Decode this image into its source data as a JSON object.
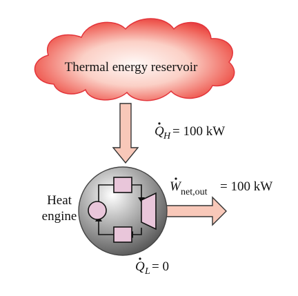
{
  "diagram": {
    "reservoir": {
      "label": "Thermal energy reservoir"
    },
    "heat_in": {
      "symbol": "Q",
      "subscript": "H",
      "equals": "= 100 kW"
    },
    "work_out": {
      "symbol": "W",
      "subscript": "net,out",
      "equals": "= 100 kW"
    },
    "heat_out": {
      "symbol": "Q",
      "subscript": "L",
      "equals": "= 0"
    },
    "engine": {
      "label_line1": "Heat",
      "label_line2": "engine"
    }
  },
  "colors": {
    "cloud_edge": "#e8383c",
    "cloud_core": "#fff6f4",
    "arrow_fill": "#f8c8b9",
    "engine_sphere": "#9a9a9a",
    "component_fill": "#e9c6da"
  }
}
